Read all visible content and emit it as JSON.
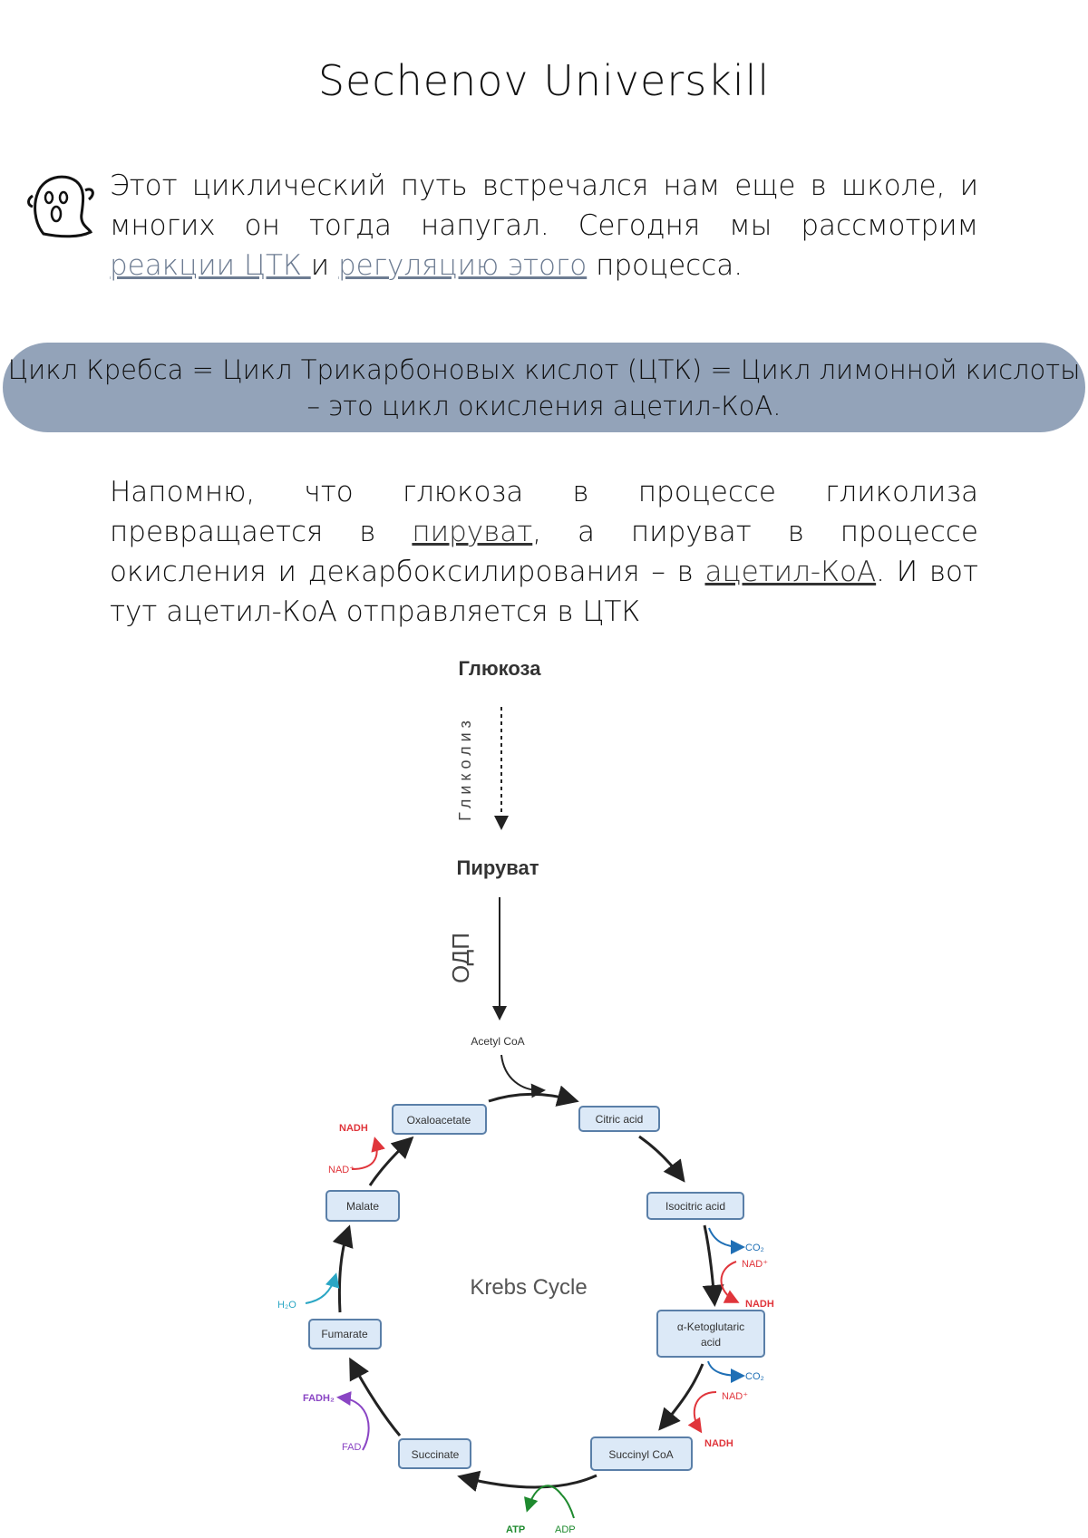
{
  "header": {
    "title": "Sechenov Universkill"
  },
  "intro": {
    "text_before": "Этот циклический путь встречался нам еще в школе, и многих он тогда напугал. Сегодня мы рассмотрим ",
    "link1": "реакции ЦТК ",
    "text_mid": " и ",
    "link2": "регуляцию этого",
    "text_after": " процесса."
  },
  "callout": {
    "line1": "Цикл Кребса = Цикл Трикарбоновых кислот (ЦТК) = Цикл лимонной кислоты",
    "line2": "– это цикл окисления ацетил-КоА."
  },
  "para2": {
    "text1": "Напомню, что глюкоза в процессе гликолиза превращается в ",
    "link1": "пируват",
    "text2": ", а пируват в процессе окисления и декарбоксилирования – в ",
    "link2": "ацетил-КоА",
    "text3": ". И вот тут ацетил-КоА отправляется в ЦТК"
  },
  "diagram": {
    "glucose": "Глюкоза",
    "glycolysis": "Гликолиз",
    "pyruvate": "Пируват",
    "pdc": "ОДП",
    "acetyl_coa": "Acetyl CoA",
    "center": "Krebs Cycle",
    "nodes": {
      "oxaloacetate": "Oxaloacetate",
      "citric": "Citric acid",
      "isocitric": "Isocitric acid",
      "akg1": "α-Ketoglutaric",
      "akg2": "acid",
      "succinyl": "Succinyl CoA",
      "succinate": "Succinate",
      "fumarate": "Fumarate",
      "malate": "Malate"
    },
    "side": {
      "co2_1": "CO₂",
      "nad_1": "NAD⁺",
      "nadh_1": "NADH",
      "co2_2": "CO₂",
      "nad_2": "NAD⁺",
      "nadh_2": "NADH",
      "atp": "ATP",
      "adp": "ADP",
      "fadh2": "FADH₂",
      "fad": "FAD",
      "h2o": "H₂O",
      "nad_3": "NAD⁺",
      "nadh_3": "NADH"
    },
    "colors": {
      "box_fill": "#dce9f7",
      "box_stroke": "#5a7fa8",
      "red": "#e0353b",
      "blue": "#1f6fb5",
      "green": "#1e8a2e",
      "purple": "#8a45c4",
      "cyan": "#2aa6c4"
    }
  }
}
